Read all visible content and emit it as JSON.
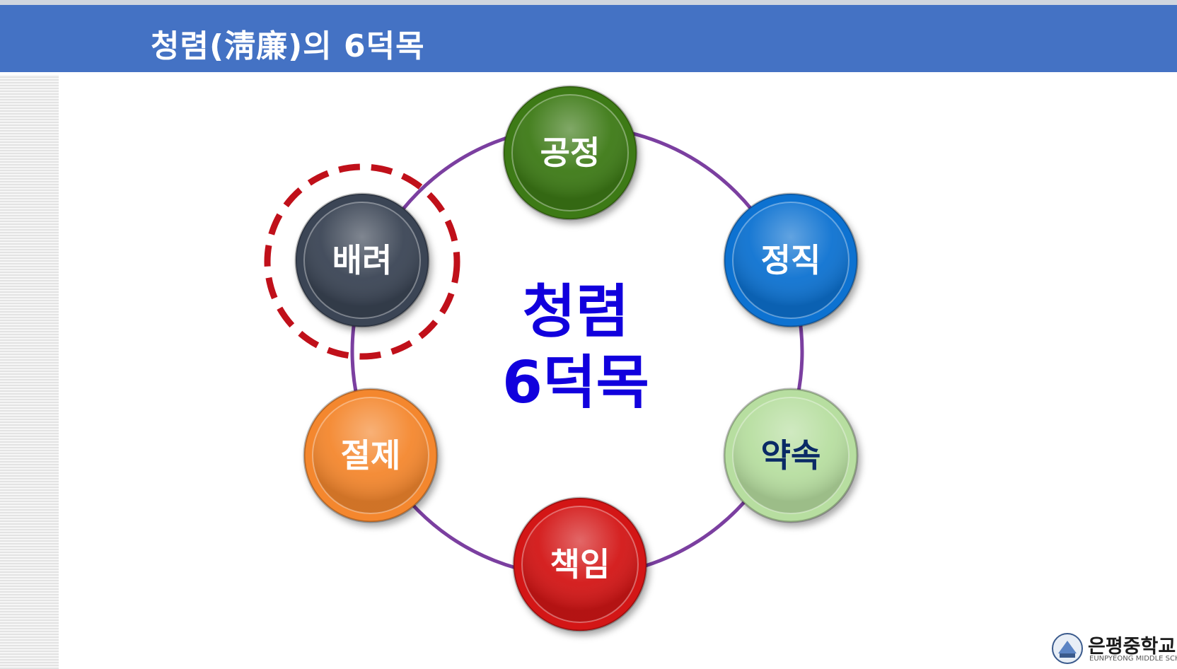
{
  "header": {
    "title": "청렴(淸廉)의 6덕목"
  },
  "center": {
    "line1": "청렴",
    "line2": "6덕목"
  },
  "virtues": [
    {
      "label": "공정",
      "color": "#3d7a12",
      "text_color": "#ffffff"
    },
    {
      "label": "정직",
      "color": "#0d72d1",
      "text_color": "#ffffff"
    },
    {
      "label": "약속",
      "color": "#b7dea0",
      "text_color": "#0a2a66"
    },
    {
      "label": "책임",
      "color": "#d31414",
      "text_color": "#ffffff"
    },
    {
      "label": "절제",
      "color": "#f4872f",
      "text_color": "#ffffff"
    },
    {
      "label": "배려",
      "color": "#3a4455",
      "text_color": "#ffffff",
      "highlighted": true
    }
  ],
  "colors": {
    "header_bg": "#4472c4",
    "ring": "#7b3fa0",
    "highlight_ring": "#c0101a",
    "center_text": "#1100dd"
  },
  "logo": {
    "name": "은평중학교",
    "subtitle": "EUNPYEONG MIDDLE SCHOOL",
    "icon": "school-emblem-icon"
  }
}
